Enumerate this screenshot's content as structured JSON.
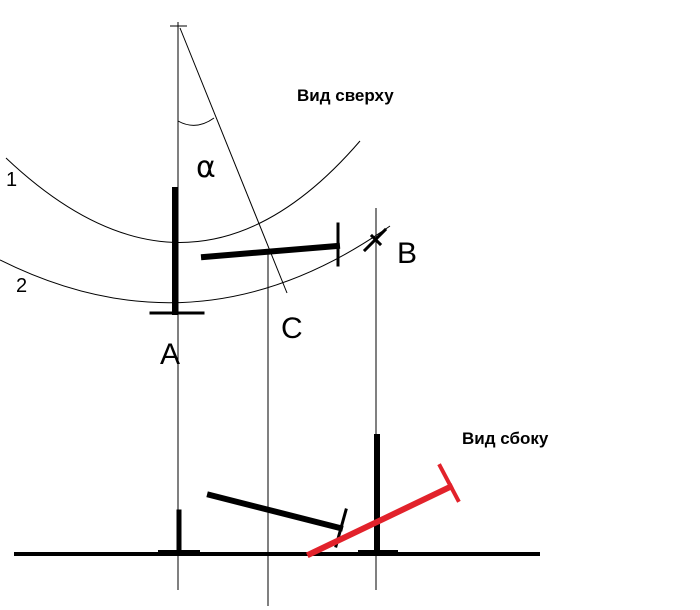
{
  "labels": {
    "top_view": "Вид сверху",
    "side_view": "Вид сбоку",
    "alpha": "α",
    "point_a": "A",
    "point_b": "B",
    "point_c": "C",
    "curve_1": "1",
    "curve_2": "2"
  },
  "colors": {
    "ink": "#000000",
    "highlight": "#e2222b",
    "background": "#ffffff"
  }
}
